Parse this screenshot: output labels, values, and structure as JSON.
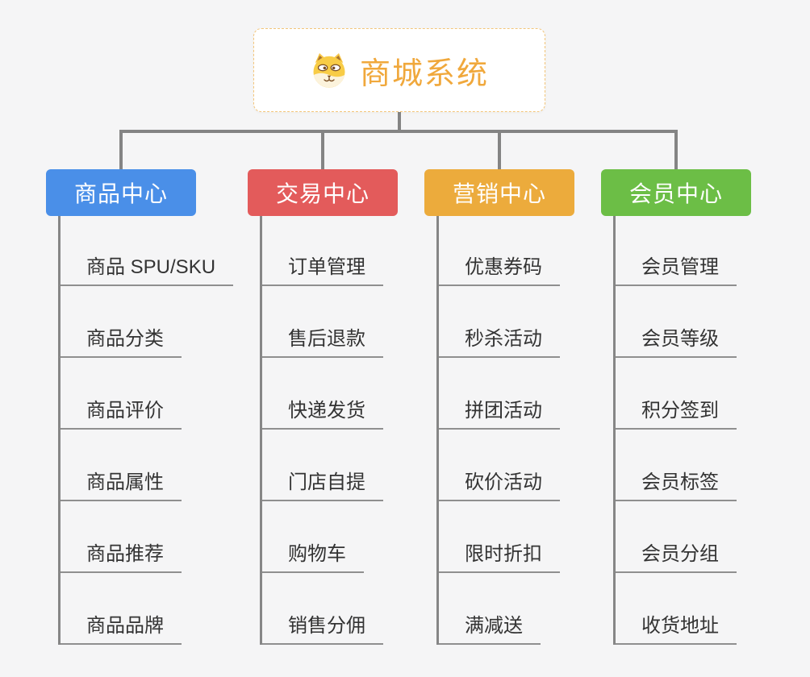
{
  "root": {
    "title": "商城系统",
    "icon": "dog-face-icon"
  },
  "branches": [
    {
      "label": "商品中心",
      "color": "#4a8fe8",
      "children": [
        "商品 SPU/SKU",
        "商品分类",
        "商品评价",
        "商品属性",
        "商品推荐",
        "商品品牌"
      ]
    },
    {
      "label": "交易中心",
      "color": "#e35b5b",
      "children": [
        "订单管理",
        "售后退款",
        "快递发货",
        "门店自提",
        "购物车",
        "销售分佣"
      ]
    },
    {
      "label": "营销中心",
      "color": "#ecab3c",
      "children": [
        "优惠券码",
        "秒杀活动",
        "拼团活动",
        "砍价活动",
        "限时折扣",
        "满减送"
      ]
    },
    {
      "label": "会员中心",
      "color": "#6cbe46",
      "children": [
        "会员管理",
        "会员等级",
        "积分签到",
        "会员标签",
        "会员分组",
        "收货地址"
      ]
    }
  ],
  "colors": {
    "background": "#f5f5f6",
    "root_text": "#f0a83c",
    "root_border": "#f3c57a",
    "connector_line": "#848484",
    "child_underline": "#8f8f8f",
    "child_text": "#333333"
  }
}
